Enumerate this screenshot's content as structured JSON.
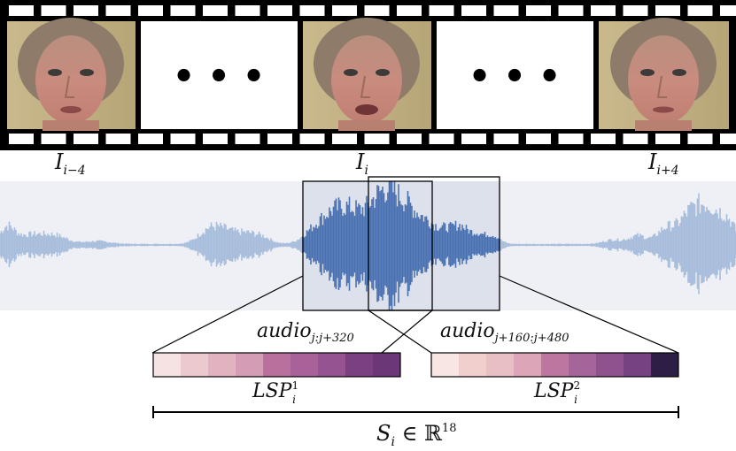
{
  "filmstrip": {
    "frames": [
      {
        "kind": "face",
        "label": "I",
        "label_sub": "i−4"
      },
      {
        "kind": "ellipsis",
        "text": "• • •"
      },
      {
        "kind": "face",
        "label": "I",
        "label_sub": "i"
      },
      {
        "kind": "ellipsis",
        "text": "• • •"
      },
      {
        "kind": "face",
        "label": "I",
        "label_sub": "i+4"
      }
    ]
  },
  "audio": {
    "window1_label": "audio",
    "window1_sub": "j:j+320",
    "window2_label": "audio",
    "window2_sub": "j+160:j+480"
  },
  "features": [
    {
      "label": "LSP",
      "sub": "i",
      "sup": "1",
      "colors": [
        "#f6e2e2",
        "#ecc8cf",
        "#e1b3c0",
        "#d49db5",
        "#b9709d",
        "#a9619a",
        "#965391",
        "#7a4080",
        "#6c3777"
      ]
    },
    {
      "label": "LSP",
      "sub": "i",
      "sup": "2",
      "colors": [
        "#f7e6e4",
        "#f0cfcd",
        "#e8bfc4",
        "#dca6b8",
        "#bc76a0",
        "#a5649a",
        "#8f528f",
        "#764282",
        "#2c1e45"
      ]
    }
  ],
  "result": {
    "label": "S",
    "sub": "i",
    "relation": " ∈ ",
    "set": "ℝ",
    "sup": "18"
  },
  "colors": {
    "film": "#000000",
    "wave_active": "#4a72b3",
    "wave_faded": "#a7bddc",
    "audio_band": "#eef0f6",
    "window_fill": "#cfd5e2"
  }
}
